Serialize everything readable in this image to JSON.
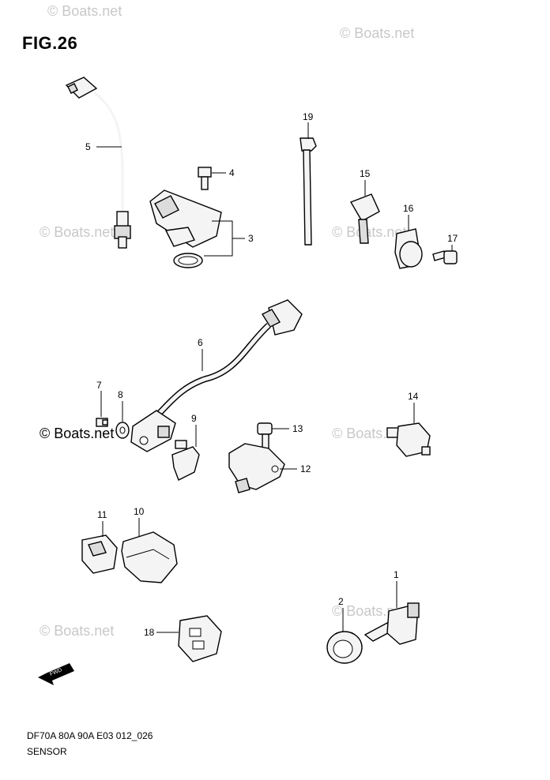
{
  "figure": {
    "title": "FIG.26",
    "footer_code": "DF70A 80A 90A E03 012_026",
    "footer_name": "SENSOR",
    "fwd_label": "FWD"
  },
  "watermark": {
    "text": "© Boats.net"
  },
  "callouts": [
    "1",
    "2",
    "3",
    "4",
    "5",
    "6",
    "7",
    "8",
    "9",
    "10",
    "11",
    "12",
    "13",
    "14",
    "15",
    "16",
    "17",
    "18",
    "19"
  ]
}
